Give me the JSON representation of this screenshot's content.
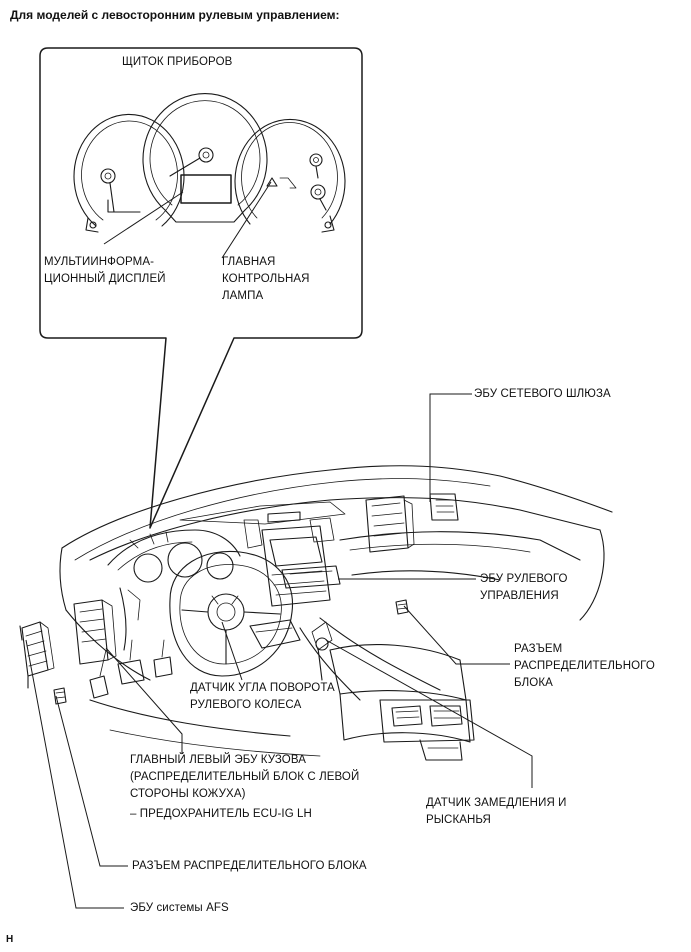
{
  "header": "Для моделей с левосторонним рулевым управлением:",
  "inset_title": "ЩИТОК ПРИБОРОВ",
  "labels": {
    "multi_display": [
      "МУЛЬТИИНФОРМА-",
      "ЦИОННЫЙ ДИСПЛЕЙ"
    ],
    "master_lamp": [
      "ГЛАВНАЯ",
      "КОНТРОЛЬНАЯ",
      "ЛАМПА"
    ],
    "gateway_ecu": [
      "ЭБУ СЕТЕВОГО ШЛЮЗА"
    ],
    "steering_ecu": [
      "ЭБУ РУЛЕВОГО",
      "УПРАВЛЕНИЯ"
    ],
    "jb_connector_right": [
      "РАЗЪЕМ",
      "РАСПРЕДЕЛИТЕЛЬНОГО",
      "БЛОКА"
    ],
    "steering_angle_sensor": [
      "ДАТЧИК УГЛА ПОВОРОТА",
      "РУЛЕВОГО КОЛЕСА"
    ],
    "main_body_ecu": [
      "ГЛАВНЫЙ ЛЕВЫЙ ЭБУ КУЗОВА",
      "(РАСПРЕДЕЛИТЕЛЬНЫЙ БЛОК С ЛЕВОЙ",
      "СТОРОНЫ КОЖУХА)"
    ],
    "fuse": [
      "– ПРЕДОХРАНИТЕЛЬ ECU-IG LH"
    ],
    "yaw_sensor": [
      "ДАТЧИК ЗАМЕДЛЕНИЯ И",
      "РЫСКАНЬЯ"
    ],
    "jb_connector_bottom": [
      "РАЗЪЕМ РАСПРЕДЕЛИТЕЛЬНОГО БЛОКА"
    ],
    "afs_ecu": [
      "ЭБУ системы AFS"
    ]
  },
  "footer": "H"
}
